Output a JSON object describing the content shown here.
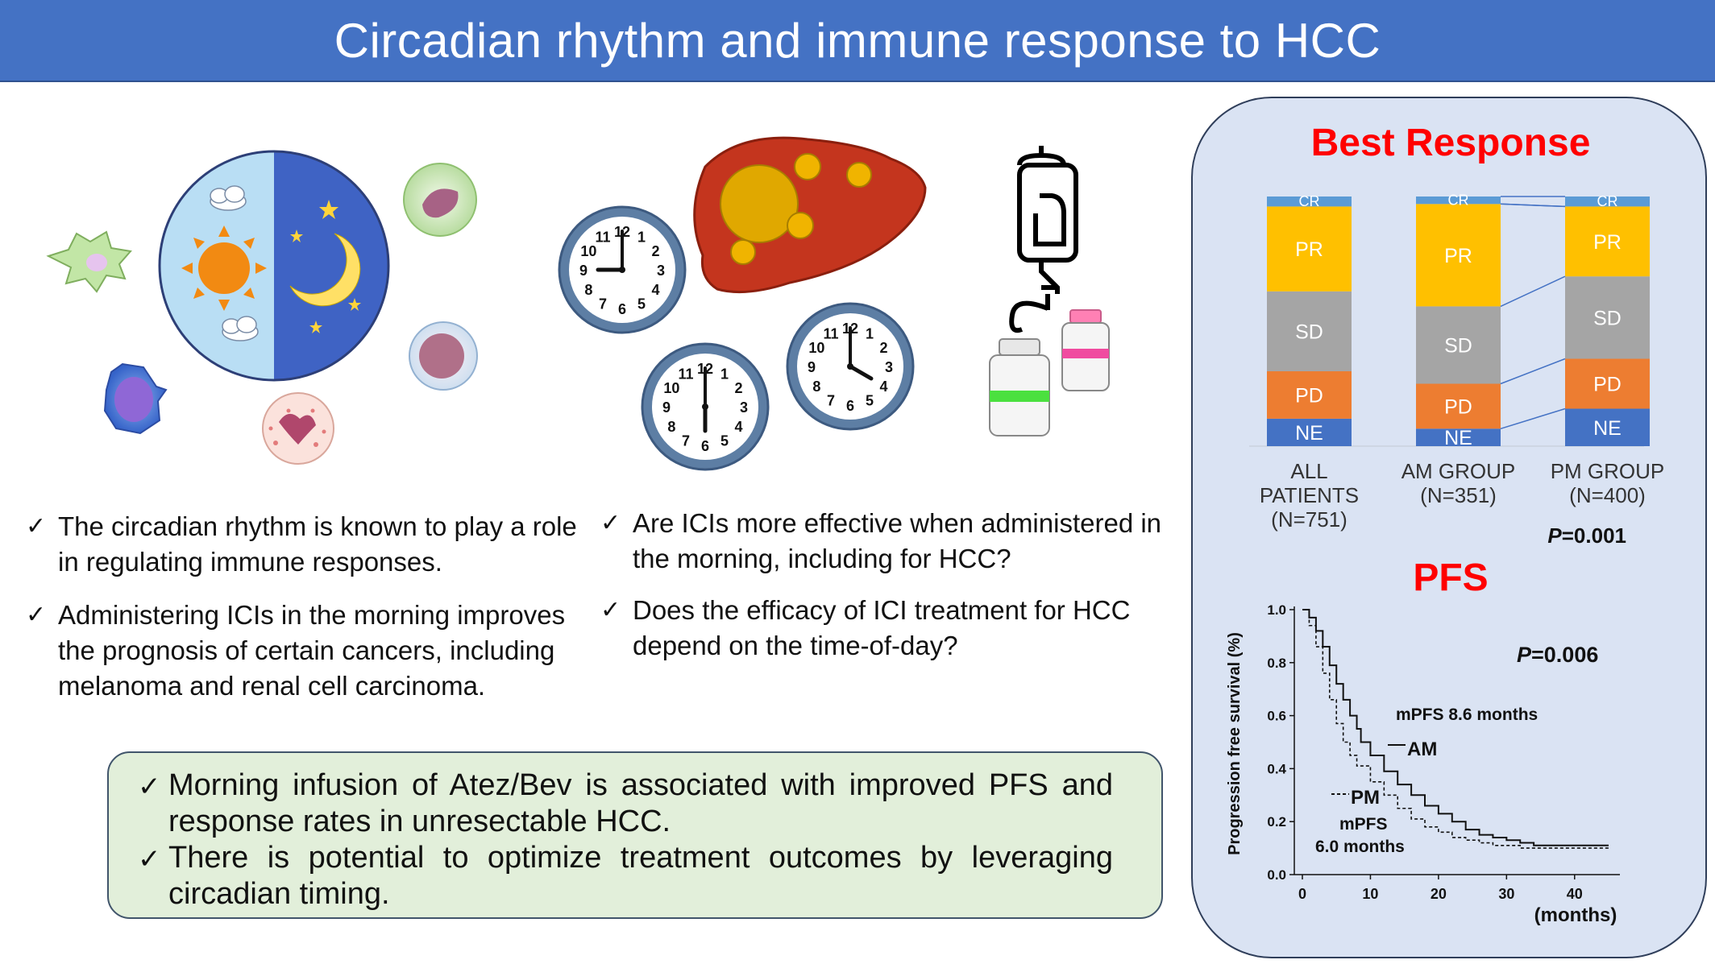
{
  "header": {
    "title": "Circadian rhythm and immune response to HCC"
  },
  "bullets_left": [
    "The circadian rhythm is known to play a role in regulating immune responses.",
    "Administering ICIs in the morning improves the prognosis of certain cancers, including melanoma and renal cell carcinoma."
  ],
  "bullets_right": [
    "Are ICIs more effective when administered in the morning, including for HCC?",
    "Does the efficacy of ICI treatment for HCC depend on the time-of-day?"
  ],
  "conclusions": [
    "Morning infusion of Atez/Bev is associated with improved PFS and response rates in unresectable HCC.",
    "There is potential to optimize treatment outcomes by leveraging circadian timing."
  ],
  "check_mark": "✓",
  "clock_numbers": [
    "12",
    "1",
    "2",
    "3",
    "4",
    "5",
    "6",
    "7",
    "8",
    "9",
    "10",
    "11"
  ],
  "best_response": {
    "title": "Best Response",
    "p_label": "P",
    "p_value": "=0.001"
  },
  "pfs": {
    "title": "PFS",
    "p_label": "P",
    "p_value": "=0.006",
    "am_median": "mPFS 8.6 months",
    "am_label": "AM",
    "pm_label": "PM",
    "pm_median_line1": "mPFS",
    "pm_median_line2": "6.0 months"
  },
  "colors": {
    "header": "#4472c4",
    "CR": "#5b9bd5",
    "PR": "#ffc000",
    "SD": "#a5a5a5",
    "PD": "#ed7d31",
    "NE": "#4472c4",
    "panel": "#dae3f3",
    "conclusion_box": "#e2efda",
    "title_red": "#ff0000"
  },
  "chart_data": [
    {
      "type": "bar",
      "title": "Best Response",
      "categories": [
        [
          "ALL",
          "PATIENTS",
          "(N=751)"
        ],
        [
          "AM GROUP",
          "(N=351)"
        ],
        [
          "PM GROUP",
          "(N=400)"
        ]
      ],
      "stacked": true,
      "series": [
        {
          "name": "NE",
          "values": [
            11,
            7,
            15
          ]
        },
        {
          "name": "PD",
          "values": [
            19,
            18,
            20
          ]
        },
        {
          "name": "SD",
          "values": [
            32,
            31,
            33
          ]
        },
        {
          "name": "PR",
          "values": [
            34,
            41,
            28
          ]
        },
        {
          "name": "CR",
          "values": [
            4,
            3,
            4
          ]
        }
      ],
      "ylim": [
        0,
        100
      ]
    },
    {
      "type": "line",
      "title": "PFS",
      "ylabel": "Progression free survival (%)",
      "xlabel": "(months)",
      "xlim": [
        0,
        45
      ],
      "ylim": [
        0,
        1.0
      ],
      "xticks": [
        "0",
        "10",
        "20",
        "30",
        "40"
      ],
      "yticks": [
        "0.0",
        "0.2",
        "0.4",
        "0.6",
        "0.8",
        "1.0"
      ],
      "series": [
        {
          "name": "AM",
          "x": [
            0,
            1,
            2,
            3,
            4,
            5,
            6,
            7,
            8,
            8.6,
            10,
            12,
            14,
            16,
            18,
            20,
            22,
            24,
            26,
            28,
            30,
            32,
            34,
            38,
            42,
            45
          ],
          "y": [
            1.0,
            0.97,
            0.92,
            0.86,
            0.79,
            0.72,
            0.66,
            0.6,
            0.55,
            0.5,
            0.45,
            0.39,
            0.34,
            0.3,
            0.26,
            0.23,
            0.2,
            0.17,
            0.15,
            0.14,
            0.13,
            0.12,
            0.11,
            0.11,
            0.11,
            0.11
          ]
        },
        {
          "name": "PM",
          "x": [
            0,
            1,
            2,
            3,
            4,
            5,
            6,
            7,
            8,
            10,
            12,
            14,
            16,
            18,
            20,
            22,
            24,
            26,
            28,
            30,
            32,
            34,
            38,
            42,
            45
          ],
          "y": [
            1.0,
            0.94,
            0.86,
            0.76,
            0.66,
            0.57,
            0.5,
            0.45,
            0.41,
            0.35,
            0.3,
            0.25,
            0.21,
            0.18,
            0.16,
            0.14,
            0.13,
            0.12,
            0.11,
            0.11,
            0.1,
            0.1,
            0.1,
            0.1,
            0.1
          ]
        }
      ]
    }
  ]
}
